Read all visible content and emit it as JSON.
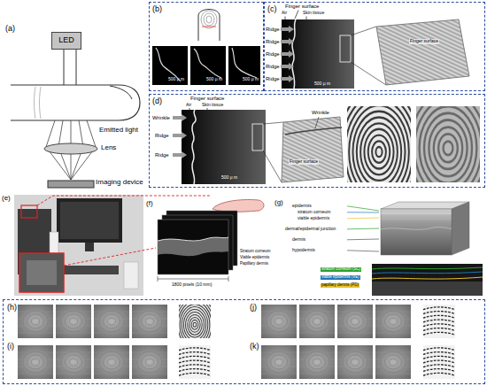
{
  "diagram": {
    "nodes": [
      {
        "text": [
          "(b)"
        ]
      },
      {
        "text": [
          "(c)"
        ]
      },
      {
        "text": [
          "(d)"
        ]
      },
      {
        "text": [
          "LED"
        ]
      },
      {
        "text": [
          "(h)",
          "(i)",
          "(j)",
          "(k)"
        ]
      }
    ],
    "labels": [
      "(a)",
      "Emitted light",
      "Lens",
      "Imaging device",
      "500 μ m",
      "500 μ m",
      "500 μ m",
      "Finger surface",
      "Air",
      "Skin tissue",
      "Ridge",
      "Ridge",
      "Ridge",
      "Ridge",
      "Ridge",
      "500 μ m",
      "Finger surface",
      "Finger surface",
      "Air",
      "Skin tissue",
      "Wrinkle",
      "Ridge",
      "Ridge",
      "500 μ m",
      "Wrinkle",
      "Finger surface",
      "(e)",
      "(f)",
      "(g)",
      "1800 pixels (10 mm)",
      "Stratum corneum",
      "Viable epidermis",
      "Papillary dermis",
      "epidermis",
      "stratum corneum",
      "viable epidermis",
      "dermal/epidermal junction",
      "dermis",
      "hypodermis",
      "stratum corneum (SC)",
      "viable epidermis (VE)",
      "papillary dermis (PD)"
    ]
  }
}
